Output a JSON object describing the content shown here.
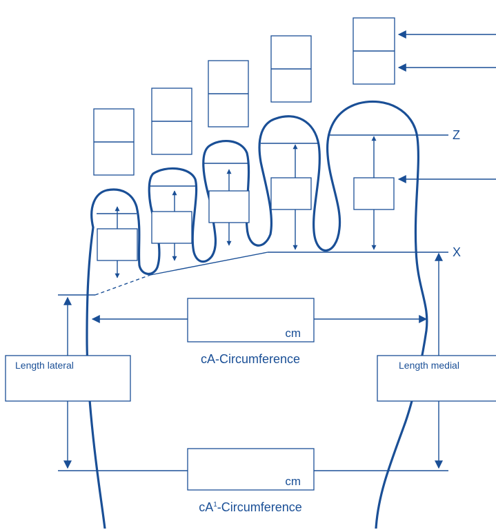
{
  "labels": {
    "length_lateral": "Length lateral",
    "length_medial": "Length medial",
    "ca_unit": "cm",
    "ca_caption": "cA-Circumference",
    "ca1_unit": "cm",
    "ca1_caption_prefix": "cA",
    "ca1_caption_sup": "1",
    "ca1_caption_suffix": "-Circumference",
    "marker_z": "Z",
    "marker_x": "X"
  },
  "colors": {
    "line": "#1a4f96",
    "background": "#ffffff"
  }
}
